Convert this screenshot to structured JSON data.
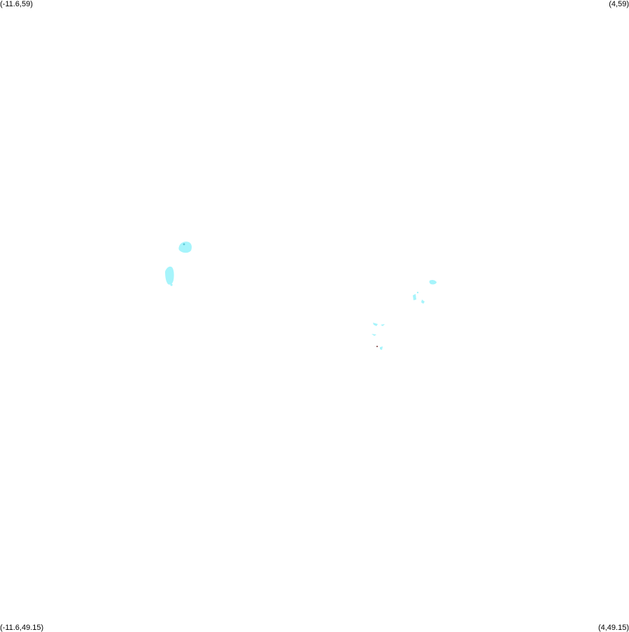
{
  "map": {
    "corners": {
      "top_left": "(-11.6,59)",
      "top_right": "(4,59)",
      "bottom_left": "(-11.6,49.15)",
      "bottom_right": "(4,49.15)"
    },
    "colors": {
      "background": "#ffffff",
      "feature_fill": "#a6f4fb",
      "feature_accent": "#5cc9d6",
      "point_marker": "#7a3b3b"
    }
  }
}
